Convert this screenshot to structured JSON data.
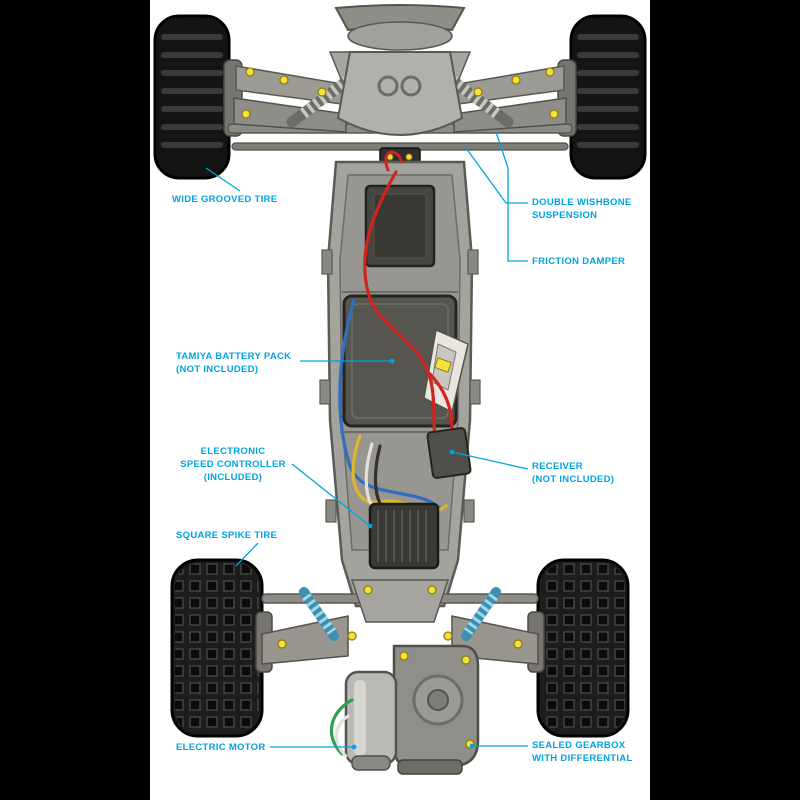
{
  "figure": {
    "title": "RC buggy chassis top view diagram",
    "background": "#000000",
    "panel_color": "#ffffff",
    "label_color": "#00a3e0"
  },
  "labels": {
    "wide_grooved_tire": {
      "text": "WIDE GROOVED TIRE"
    },
    "double_wishbone_suspension": {
      "text": "DOUBLE WISHBONE\nSUSPENSION"
    },
    "friction_damper": {
      "text": "FRICTION DAMPER"
    },
    "tamiya_battery_pack": {
      "text": "TAMIYA BATTERY PACK\n(NOT INCLUDED)"
    },
    "electronic_speed_controller": {
      "text": "ELECTRONIC\nSPEED CONTROLLER\n(INCLUDED)"
    },
    "receiver": {
      "text": "RECEIVER\n(NOT INCLUDED)"
    },
    "square_spike_tire": {
      "text": "SQUARE SPIKE TIRE"
    },
    "electric_motor": {
      "text": "ELECTRIC MOTOR"
    },
    "sealed_gearbox": {
      "text": "SEALED GEARBOX\nWITH DIFFERENTIAL"
    }
  }
}
